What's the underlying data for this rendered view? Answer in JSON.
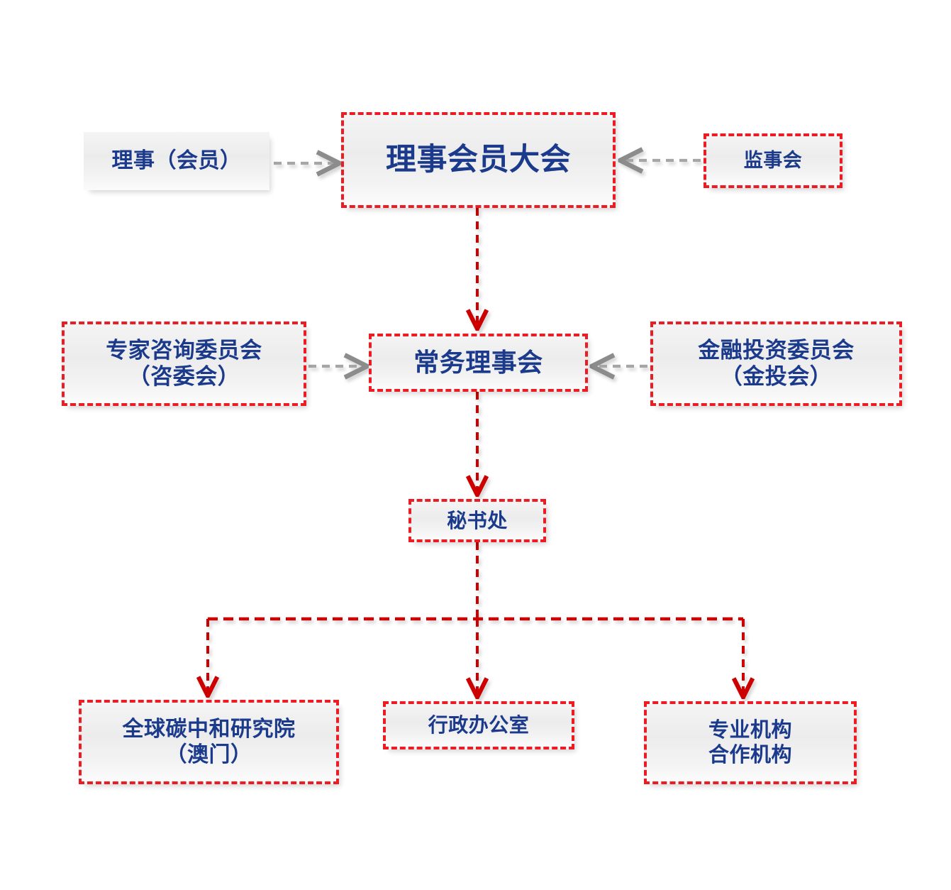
{
  "diagram": {
    "type": "organization-chart",
    "colors": {
      "node_text": "#1b3a8c",
      "node_border_red": "#ec1c24",
      "node_fill": "#efefef",
      "solid_connector": "#cc0000",
      "dotted_connector": "#a6a6a6"
    },
    "nodes": {
      "members": {
        "label": "理事（会员）",
        "bordered": "false"
      },
      "assembly": {
        "label": "理事会员大会",
        "bordered": "true"
      },
      "supervisory": {
        "label": "监事会",
        "bordered": "true"
      },
      "expert": {
        "label": "专家咨询委员会\n（咨委会）",
        "bordered": "true"
      },
      "standing": {
        "label": "常务理事会",
        "bordered": "true"
      },
      "finance": {
        "label": "金融投资委员会\n（金投会）",
        "bordered": "true"
      },
      "secretariat": {
        "label": "秘书处",
        "bordered": "true"
      },
      "institute": {
        "label": "全球碳中和研究院\n（澳门）",
        "bordered": "true"
      },
      "admin": {
        "label": "行政办公室",
        "bordered": "true"
      },
      "partners": {
        "label": "专业机构\n合作机构",
        "bordered": "true"
      }
    },
    "connectors": [
      {
        "name": "members-to-assembly",
        "from": "members",
        "to": "assembly",
        "style": "dashed-gray",
        "direction": "right"
      },
      {
        "name": "supervisory-to-assembly",
        "from": "supervisory",
        "to": "assembly",
        "style": "dashed-gray",
        "direction": "left"
      },
      {
        "name": "assembly-to-standing",
        "from": "assembly",
        "to": "standing",
        "style": "dashed-red",
        "direction": "down"
      },
      {
        "name": "expert-to-standing",
        "from": "expert",
        "to": "standing",
        "style": "dashed-gray",
        "direction": "right"
      },
      {
        "name": "finance-to-standing",
        "from": "finance",
        "to": "standing",
        "style": "dashed-gray",
        "direction": "left"
      },
      {
        "name": "standing-to-secretariat",
        "from": "standing",
        "to": "secretariat",
        "style": "dashed-red",
        "direction": "down"
      },
      {
        "name": "secretariat-to-institute",
        "from": "secretariat",
        "to": "institute",
        "style": "dashed-red",
        "direction": "down"
      },
      {
        "name": "secretariat-to-admin",
        "from": "secretariat",
        "to": "admin",
        "style": "dashed-red",
        "direction": "down"
      },
      {
        "name": "secretariat-to-partners",
        "from": "secretariat",
        "to": "partners",
        "style": "dashed-red",
        "direction": "down"
      }
    ]
  }
}
